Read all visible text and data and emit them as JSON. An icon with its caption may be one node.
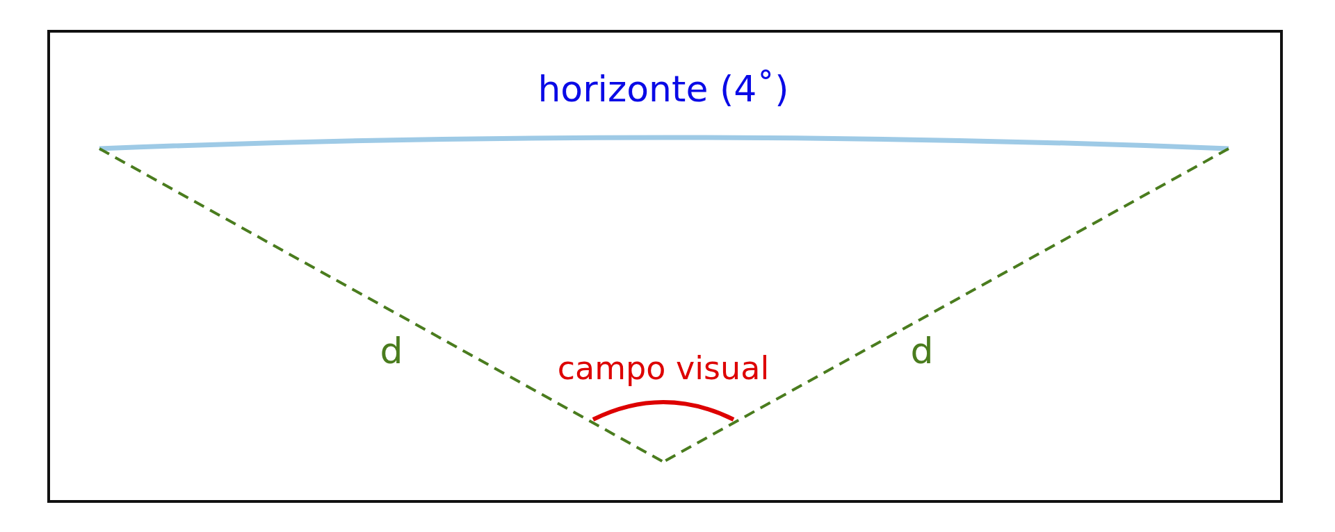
{
  "diagram": {
    "labels": [
      "horizonte (4˚)",
      "d",
      "campo visual",
      "d"
    ]
  }
}
